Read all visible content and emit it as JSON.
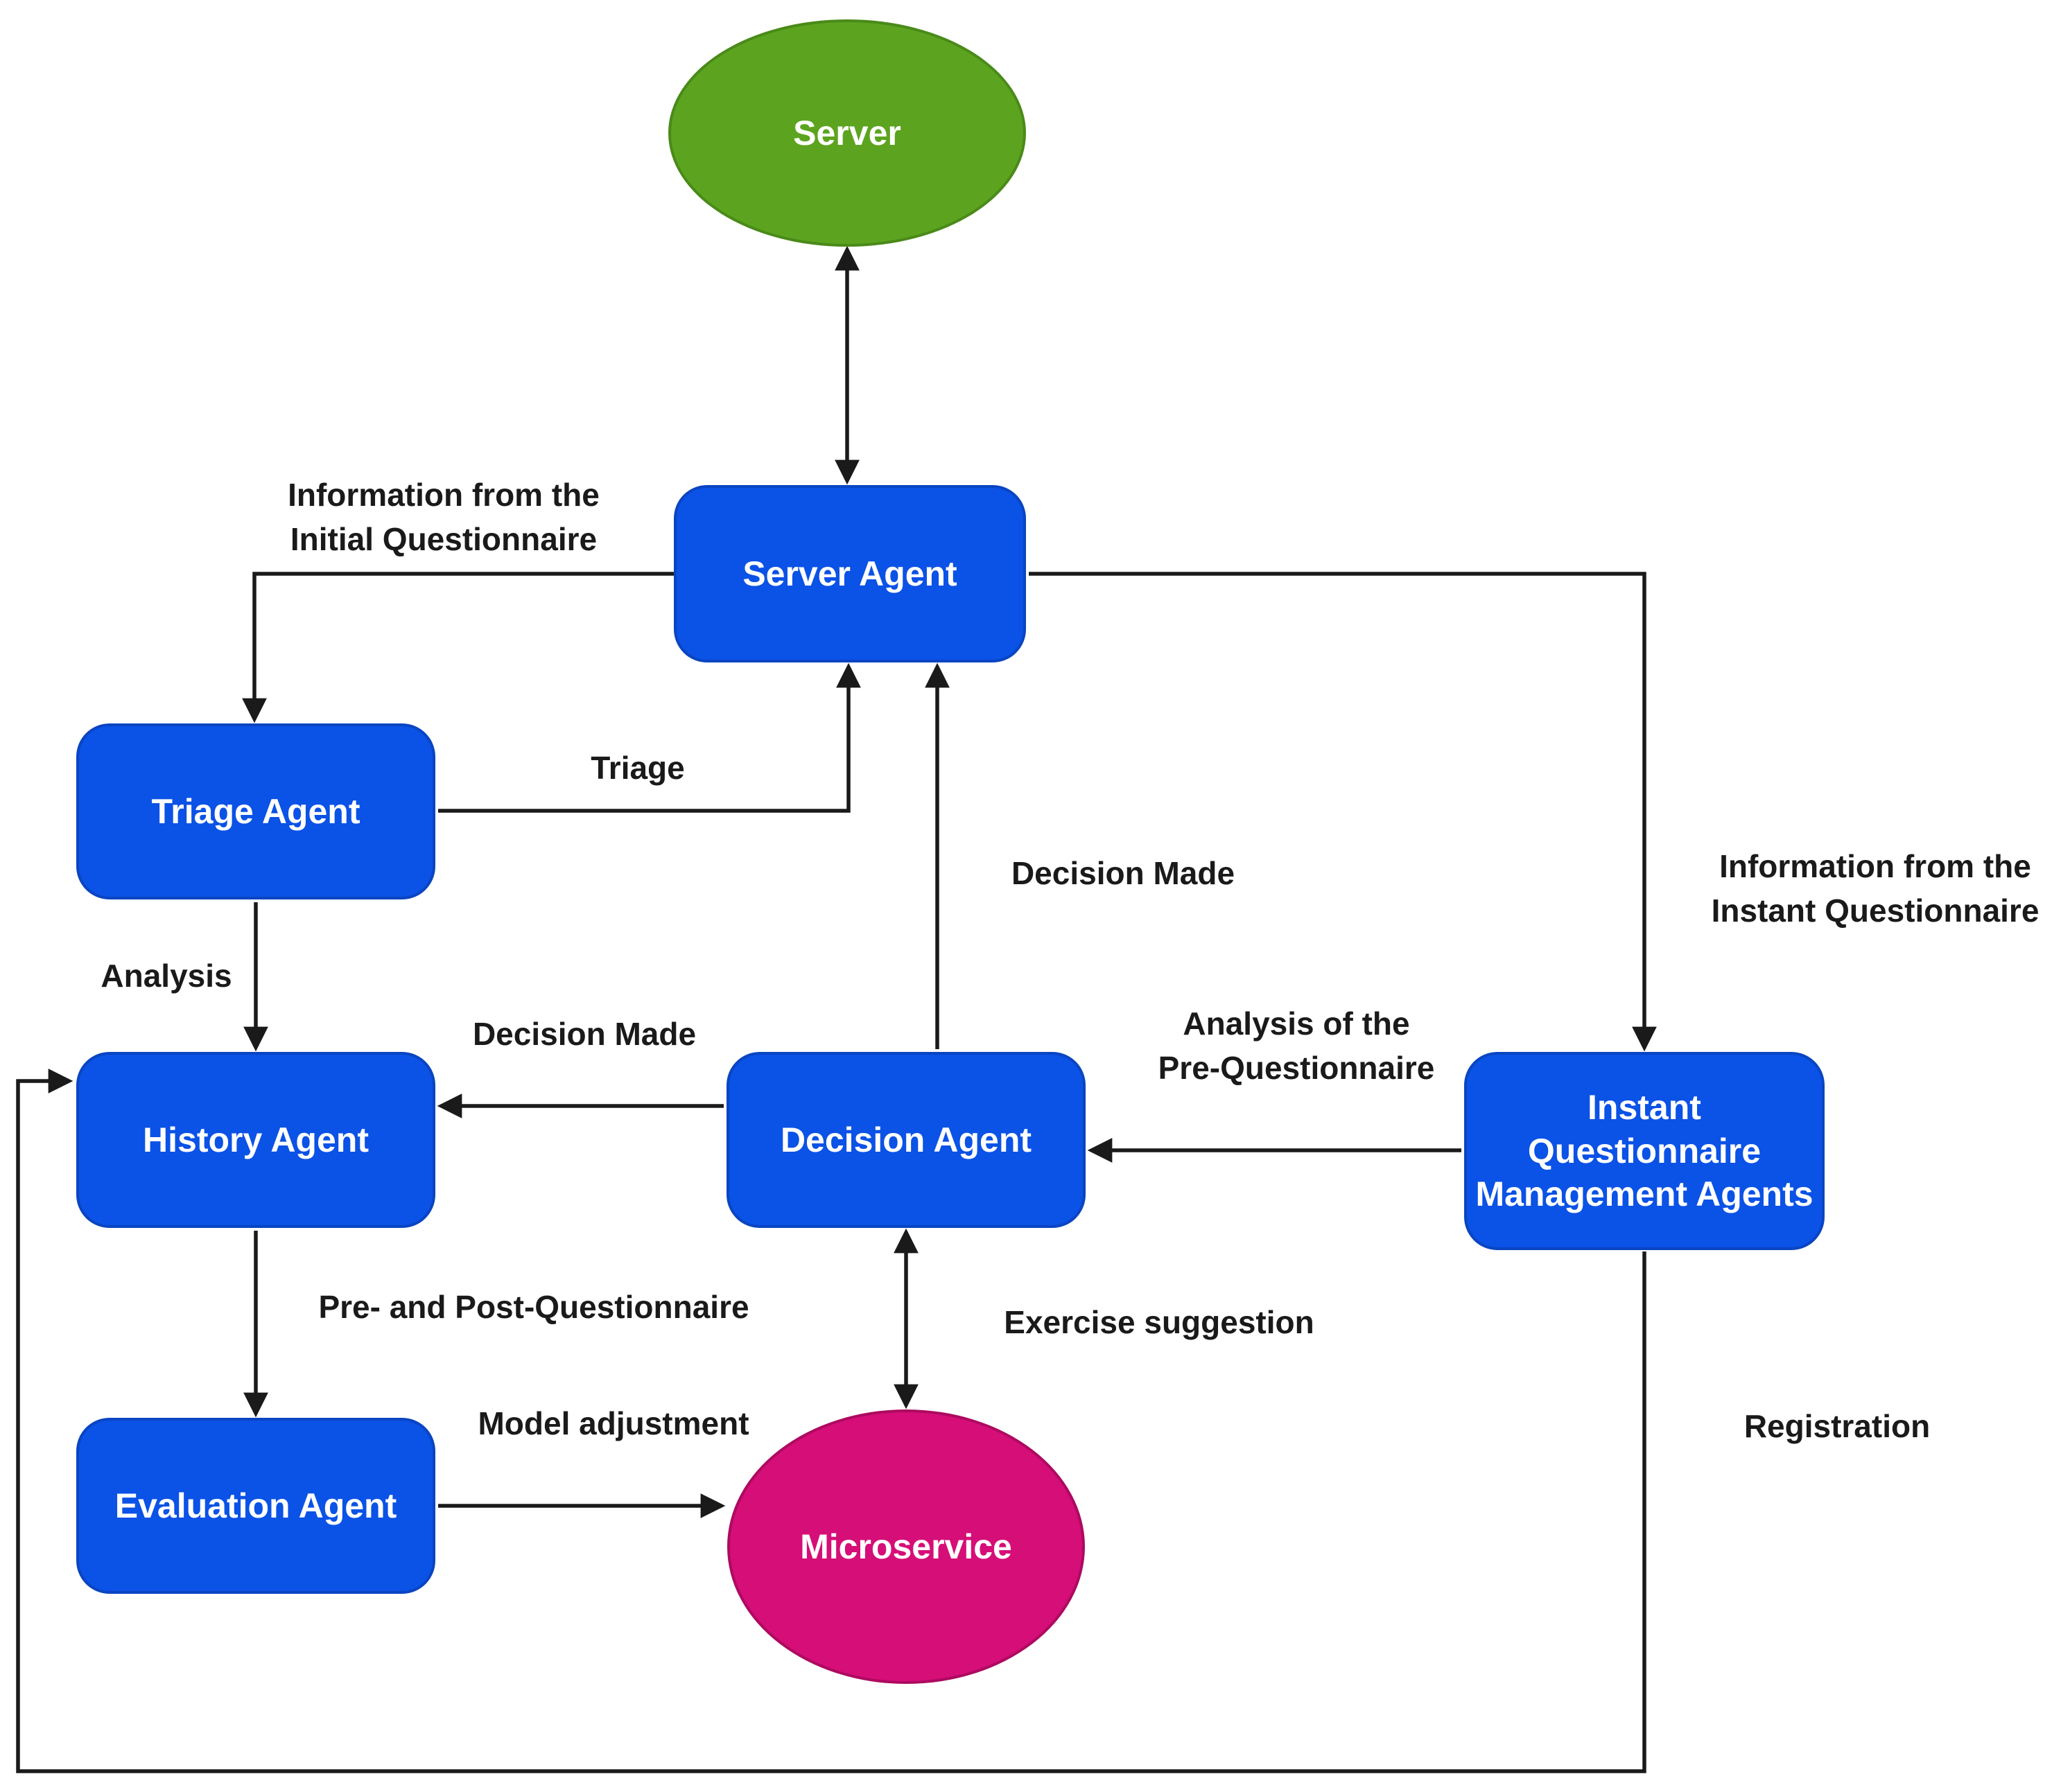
{
  "diagram": {
    "background": "#ffffff",
    "colors": {
      "agent_blue": "#0b52e6",
      "agent_blue_border": "#0a45c2",
      "server_green": "#5ca41f",
      "server_green_border": "#4a8a19",
      "microservice_magenta": "#d60e78",
      "microservice_magenta_border": "#ad0a60",
      "line_black": "#1a1a1a",
      "label_text": "#1a1a1a",
      "node_text": "#ffffff"
    },
    "nodes": [
      {
        "id": "server",
        "type": "ellipse",
        "label": "Server"
      },
      {
        "id": "server-agent",
        "type": "rounded-rect",
        "label": "Server Agent"
      },
      {
        "id": "triage-agent",
        "type": "rounded-rect",
        "label": "Triage Agent"
      },
      {
        "id": "history-agent",
        "type": "rounded-rect",
        "label": "History Agent"
      },
      {
        "id": "decision-agent",
        "type": "rounded-rect",
        "label": "Decision Agent"
      },
      {
        "id": "instant-questionnaire-management-agents",
        "type": "rounded-rect",
        "label": [
          "Instant",
          "Questionnaire",
          "Management Agents"
        ]
      },
      {
        "id": "evaluation-agent",
        "type": "rounded-rect",
        "label": "Evaluation Agent"
      },
      {
        "id": "microservice",
        "type": "ellipse",
        "label": "Microservice"
      }
    ],
    "edges": [
      {
        "from": "server",
        "to": "server-agent",
        "bidirectional": true,
        "label": ""
      },
      {
        "from": "server-agent",
        "to": "triage-agent",
        "bidirectional": false,
        "label": [
          "Information from the",
          "Initial Questionnaire"
        ]
      },
      {
        "from": "triage-agent",
        "to": "server-agent",
        "bidirectional": false,
        "label": "Triage"
      },
      {
        "from": "triage-agent",
        "to": "history-agent",
        "bidirectional": false,
        "label": "Analysis"
      },
      {
        "from": "decision-agent",
        "to": "server-agent",
        "bidirectional": false,
        "label": "Decision Made"
      },
      {
        "from": "decision-agent",
        "to": "history-agent",
        "bidirectional": false,
        "label": "Decision Made"
      },
      {
        "from": "instant-questionnaire-management-agents",
        "to": "decision-agent",
        "bidirectional": false,
        "label": [
          "Analysis of the",
          "Pre-Questionnaire"
        ]
      },
      {
        "from": "server-agent",
        "to": "instant-questionnaire-management-agents",
        "bidirectional": false,
        "label": [
          "Information from the",
          "Instant Questionnaire"
        ]
      },
      {
        "from": "history-agent",
        "to": "evaluation-agent",
        "bidirectional": false,
        "label": "Pre- and Post-Questionnaire"
      },
      {
        "from": "decision-agent",
        "to": "microservice",
        "bidirectional": true,
        "label": "Exercise suggestion"
      },
      {
        "from": "evaluation-agent",
        "to": "microservice",
        "bidirectional": false,
        "label": "Model adjustment"
      },
      {
        "from": "instant-questionnaire-management-agents",
        "to": "history-agent",
        "bidirectional": false,
        "label": "Registration"
      }
    ]
  }
}
